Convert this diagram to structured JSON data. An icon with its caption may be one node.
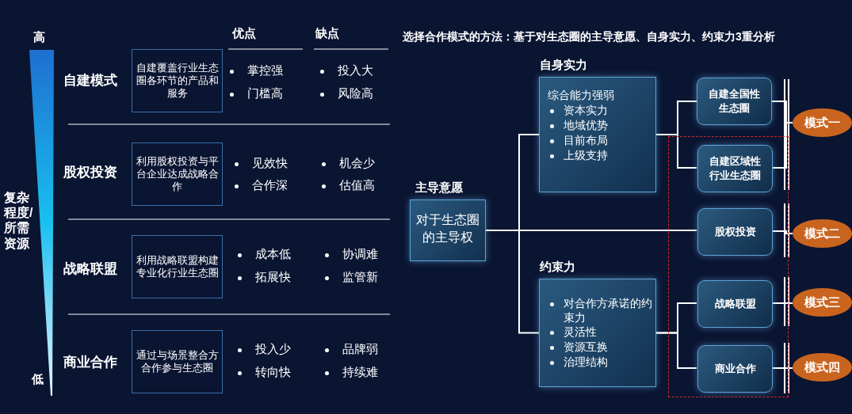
{
  "diagram": {
    "title": "选择合作模式的方法：基于对生态圈的主导意愿、自身实力、约束力3重分析",
    "nodes": [
      {
        "text": [
          "自建覆盖行业生态圈各环节的产品和服务"
        ]
      },
      {
        "text": [
          "利用股权投资与平台企业达成战略合作"
        ]
      },
      {
        "text": [
          "利用战略联盟构建专业化行业生态圈"
        ]
      },
      {
        "text": [
          "通过与场景整合方合作参与生态圈"
        ]
      },
      {
        "text": [
          "主导意愿",
          "对于生态圈的主导权"
        ]
      },
      {
        "text": [
          "自身实力",
          "综合能力强弱",
          "资本实力",
          "地域优势",
          "目前布局",
          "上级支持"
        ]
      },
      {
        "text": [
          "约束力",
          "对合作方承诺的约束力",
          "灵活性",
          "资源互换",
          "治理结构"
        ]
      },
      {
        "text": [],
        "shape": "box"
      },
      {
        "text": [
          "自建全国性生态圈"
        ]
      },
      {
        "text": [
          "自建区域性行业生态圈"
        ],
        "in": 7
      },
      {
        "text": [
          "股权投资"
        ],
        "in": 7
      },
      {
        "text": [
          "战略联盟"
        ],
        "in": 7
      },
      {
        "text": [
          "商业合作"
        ],
        "in": 7
      },
      {
        "text": [
          "模式一"
        ]
      },
      {
        "text": [
          "模式二"
        ]
      },
      {
        "text": [
          "模式三"
        ]
      },
      {
        "text": [
          "模式四"
        ]
      }
    ],
    "edges": [
      {
        "from": 4,
        "to": 5,
        "arrow": "none"
      },
      {
        "from": 4,
        "to": 6,
        "arrow": "none"
      },
      {
        "from": 4,
        "to": 10,
        "arrow": "none"
      },
      {
        "from": 5,
        "to": 8,
        "arrow": "none"
      },
      {
        "from": 5,
        "to": 9,
        "arrow": "none"
      },
      {
        "from": 6,
        "to": 11,
        "arrow": "none"
      },
      {
        "from": 6,
        "to": 12,
        "arrow": "none"
      },
      {
        "from": 8,
        "to": 13,
        "arrow": "none"
      },
      {
        "from": 9,
        "to": 13,
        "arrow": "none"
      },
      {
        "from": 10,
        "to": 14,
        "arrow": "none"
      },
      {
        "from": 11,
        "to": 15,
        "arrow": "none"
      },
      {
        "from": 12,
        "to": 16,
        "arrow": "none"
      }
    ],
    "labels": [
      "高",
      "优点",
      "缺点",
      "自建模式",
      "掌控强",
      "门槛高",
      "投入大",
      "风险高",
      "股权投资",
      "见效快",
      "合作深",
      "机会少",
      "估值高",
      "复杂程度/所需资源",
      "战略联盟",
      "成本低",
      "拓展快",
      "协调难",
      "监管新",
      "商业合作",
      "投入少",
      "转向快",
      "品牌弱",
      "持续难",
      "低"
    ]
  }
}
